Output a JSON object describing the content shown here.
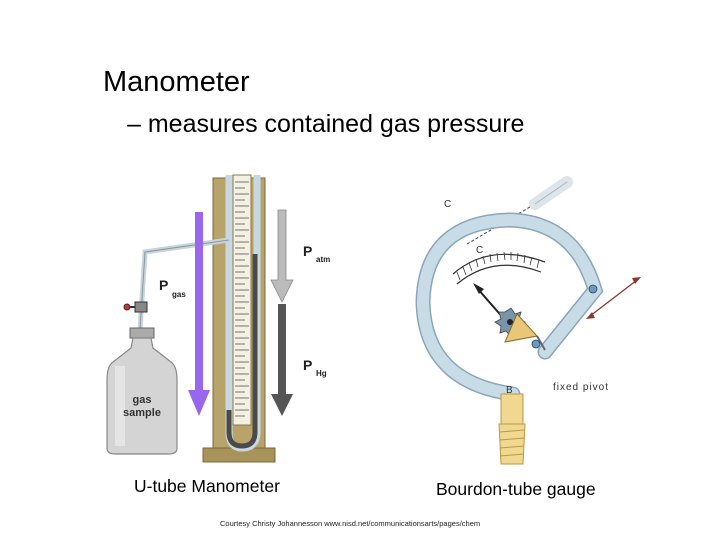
{
  "slide": {
    "title": "Manometer",
    "subtitle": "– measures contained gas pressure",
    "left_caption": "U-tube Manometer",
    "right_caption": "Bourdon-tube gauge",
    "credit": "Courtesy Christy Johannesson www.nisd.net/communicationsarts/pages/chem"
  },
  "manometer": {
    "p_gas": "P",
    "p_gas_sub": "gas",
    "p_atm": "P",
    "p_atm_sub": "atm",
    "p_hg": "P",
    "p_hg_sub": "Hg",
    "flask_label_line1": "gas",
    "flask_label_line2": "sample",
    "colors": {
      "stand": "#b8a46a",
      "mercury": "#4a4a4a",
      "gas_arrow": "#9966ee",
      "atm_arrow": "#bbbbbb",
      "hg_arrow": "#555555"
    }
  },
  "bourdon": {
    "label_c_top": "C",
    "label_c": "C",
    "label_b": "B",
    "label_pivot": "fixed pivot",
    "colors": {
      "tube": "#c8dce8",
      "tube_outline": "#8aa6b8",
      "gear": "#e8c878",
      "fitting": "#f0d890"
    }
  }
}
